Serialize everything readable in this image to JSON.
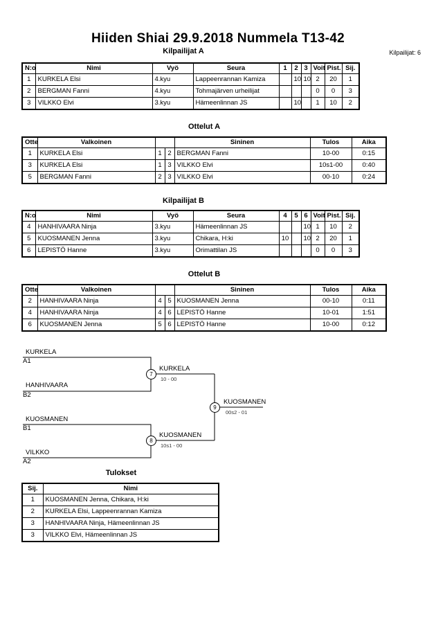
{
  "title": "Hiiden Shiai  29.9.2018  Nummela   T13-42",
  "competitor_count": "Kilpailijat: 6",
  "poolA": {
    "heading": "Kilpailijat A",
    "headers": [
      "N:o",
      "Nimi",
      "Vyö",
      "Seura",
      "1",
      "2",
      "3",
      "Voit.",
      "Pist.",
      "Sij."
    ],
    "rows": [
      [
        "1",
        "KURKELA Elsi",
        "4.kyu",
        "Lappeenrannan Kamiza",
        "",
        "10",
        "10",
        "2",
        "20",
        "1"
      ],
      [
        "2",
        "BERGMAN Fanni",
        "4.kyu",
        "Tohmajärven urheilijat",
        "",
        "",
        "",
        "0",
        "0",
        "3"
      ],
      [
        "3",
        "VILKKO Elvi",
        "3.kyu",
        "Hämeenlinnan JS",
        "",
        "10",
        "",
        "1",
        "10",
        "2"
      ]
    ]
  },
  "matchesA": {
    "heading": "Ottelut A",
    "headers": [
      "Ottelu",
      "Valkoinen",
      "",
      "",
      "Sininen",
      "Tulos",
      "Aika"
    ],
    "rows": [
      [
        "1",
        "KURKELA Elsi",
        "1",
        "2",
        "BERGMAN Fanni",
        "10-00",
        "0:15"
      ],
      [
        "3",
        "KURKELA Elsi",
        "1",
        "3",
        "VILKKO Elvi",
        "10s1-00",
        "0:40"
      ],
      [
        "5",
        "BERGMAN Fanni",
        "2",
        "3",
        "VILKKO Elvi",
        "00-10",
        "0:24"
      ]
    ]
  },
  "poolB": {
    "heading": "Kilpailijat B",
    "headers": [
      "N:o",
      "Nimi",
      "Vyö",
      "Seura",
      "4",
      "5",
      "6",
      "Voit.",
      "Pist.",
      "Sij."
    ],
    "rows": [
      [
        "4",
        "HANHIVAARA Ninja",
        "3.kyu",
        "Hämeenlinnan JS",
        "",
        "",
        "10",
        "1",
        "10",
        "2"
      ],
      [
        "5",
        "KUOSMANEN Jenna",
        "3.kyu",
        "Chikara, H:ki",
        "10",
        "",
        "10",
        "2",
        "20",
        "1"
      ],
      [
        "6",
        "LEPISTÖ Hanne",
        "3.kyu",
        "Orimattilan JS",
        "",
        "",
        "",
        "0",
        "0",
        "3"
      ]
    ]
  },
  "matchesB": {
    "heading": "Ottelut B",
    "headers": [
      "Ottelu",
      "Valkoinen",
      "",
      "",
      "Sininen",
      "Tulos",
      "Aika"
    ],
    "rows": [
      [
        "2",
        "HANHIVAARA Ninja",
        "4",
        "5",
        "KUOSMANEN Jenna",
        "00-10",
        "0:11"
      ],
      [
        "4",
        "HANHIVAARA Ninja",
        "4",
        "6",
        "LEPISTÖ Hanne",
        "10-01",
        "1:51"
      ],
      [
        "6",
        "KUOSMANEN Jenna",
        "5",
        "6",
        "LEPISTÖ Hanne",
        "10-00",
        "0:12"
      ]
    ]
  },
  "bracket": {
    "p1": "KURKELA",
    "p1_seed": "A1",
    "p2": "HANHIVAARA",
    "p2_seed": "B2",
    "p3": "KUOSMANEN",
    "p3_seed": "B1",
    "p4": "VILKKO",
    "p4_seed": "A2",
    "m7": "7",
    "m7_winner": "KURKELA",
    "m7_score": "10 - 00",
    "m8": "8",
    "m8_winner": "KUOSMANEN",
    "m8_score": "10s1 - 00",
    "m9": "9",
    "m9_winner": "KUOSMANEN",
    "m9_score": "00s2 - 01"
  },
  "results": {
    "heading": "Tulokset",
    "headers": [
      "Sij.",
      "Nimi"
    ],
    "rows": [
      [
        "1",
        "KUOSMANEN Jenna, Chikara, H:ki"
      ],
      [
        "2",
        "KURKELA Elsi, Lappeenrannan Kamiza"
      ],
      [
        "3",
        "HANHIVAARA Ninja, Hämeenlinnan JS"
      ],
      [
        "3",
        "VILKKO Elvi, Hämeenlinnan JS"
      ]
    ]
  }
}
